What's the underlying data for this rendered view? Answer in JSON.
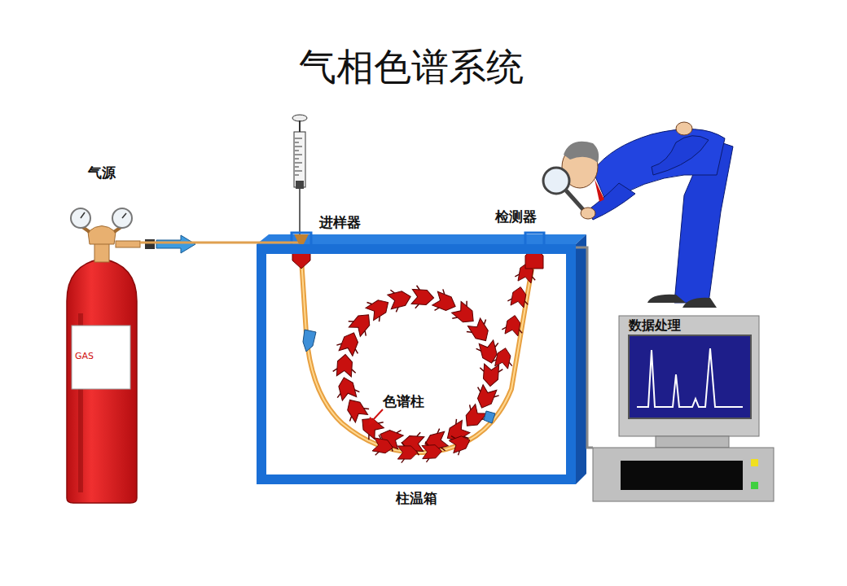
{
  "diagram": {
    "title": "气相色谱系统",
    "nodes": [
      {
        "text": [
          "气源",
          "GAS"
        ]
      },
      {
        "text": [
          "柱温箱"
        ]
      },
      {
        "text": [
          "数据处理"
        ]
      }
    ],
    "edges": [
      {
        "from": 0,
        "to": 1,
        "arrow": "to"
      },
      {
        "from": 1,
        "to": 2,
        "arrow": "none"
      }
    ],
    "labels": [
      "进样器",
      "检测器",
      "色谱柱"
    ]
  }
}
